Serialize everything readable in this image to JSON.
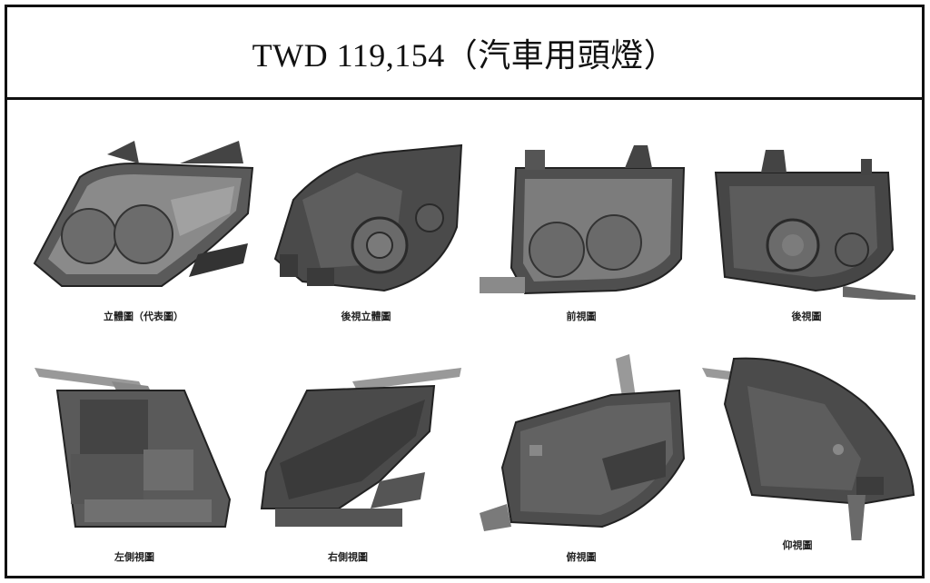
{
  "title": "TWD 119,154（汽車用頭燈）",
  "captions": {
    "c1": "立體圖（代表圖）",
    "c2": "後視立體圖",
    "c3": "前視圖",
    "c4": "後視圖",
    "c5": "左側視圖",
    "c6": "右側視圖",
    "c7": "俯視圖",
    "c8": "仰視圖"
  },
  "colors": {
    "border": "#111111",
    "lamp_dark": "#3c3c3c",
    "lamp_mid": "#6a6a6a",
    "lamp_light": "#9a9a9a"
  }
}
